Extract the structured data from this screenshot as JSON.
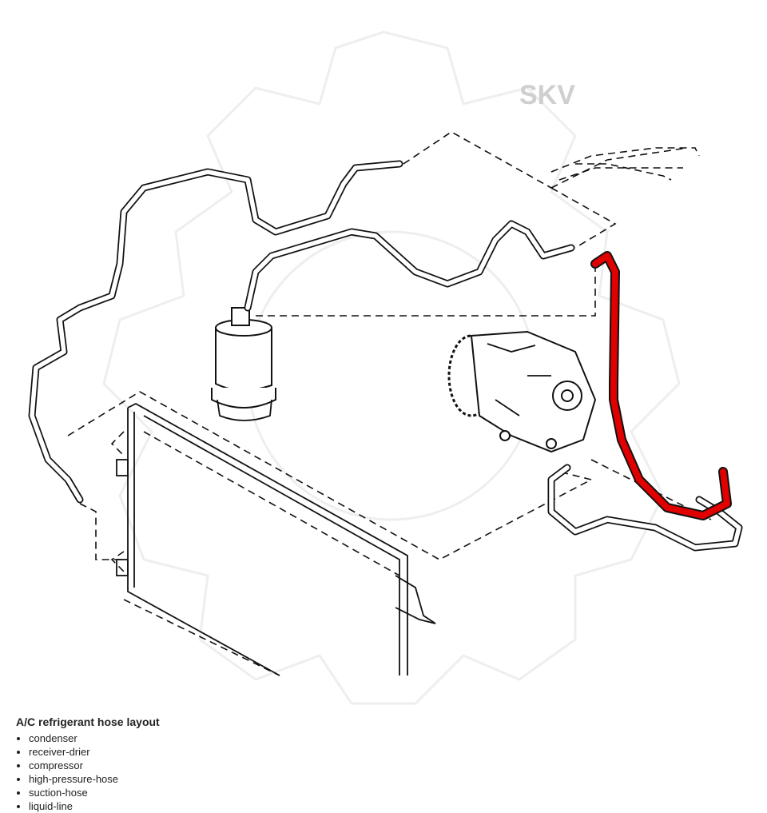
{
  "diagram": {
    "title": "A/C refrigerant hose layout",
    "watermark": "SKV",
    "highlight_color": "#e00000",
    "line_color": "#111111",
    "components": [
      "condenser",
      "receiver-drier",
      "compressor",
      "high-pressure-hose",
      "suction-hose",
      "liquid-line"
    ]
  }
}
